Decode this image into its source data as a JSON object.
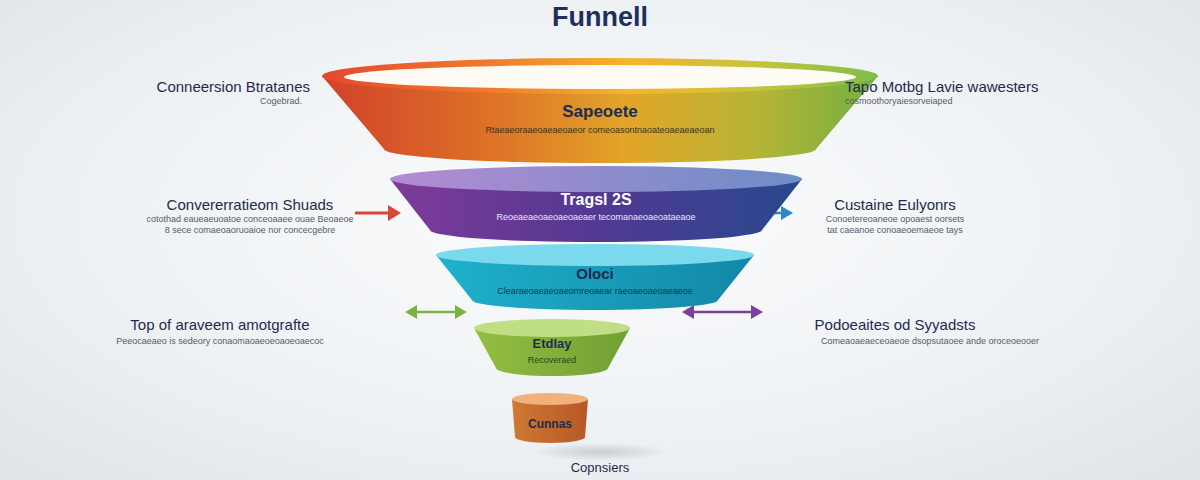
{
  "diagram": {
    "title": "Funnell",
    "nodes": [
      {
        "text": [
          "Sapeoete",
          "Rtaeaeoraaeoaeaeoaeor comeoasontnaoateoaeaeaeoan"
        ]
      },
      {
        "text": [
          "Tragsl 2S",
          "Reoeaeaeoaeoaeoaeaer tecomanaeoaeoataeaoe"
        ]
      },
      {
        "text": [
          "Oloci",
          "Clearaeoaeaeoaeomreoaear raeoaeoaeoaeaeoe"
        ]
      },
      {
        "text": [
          "Etdlay",
          "Recoveraed"
        ]
      },
      {
        "text": [
          "Cunnas"
        ]
      }
    ],
    "labels": [
      "Conneersion Btratanes",
      "Cogebrad.",
      "Convererratieom Shuads",
      "cotothad eaueaeuoatoe conceoaaee ouae Beoaeoe",
      "8 sece comaeoaoruoaioe nor concecgebre",
      "Top of araveem amotgrafte",
      "Peeocaeaeo is sedeory conaomaoaeoeoaoeoaecoc",
      "Tapo Motbg Lavie wawesters",
      "cosmoothoryaiesorveiaped",
      "Custaine Eulyonrs",
      "Conoetereoaneoe opoaest oorsets",
      "tat caeanoe conoaeoemaeoe tays",
      "Podoeaites od Syyadsts",
      "Comeaoaeaeceoaeoe dsopsutaoee ande oroceoeooer",
      "Copnsiers"
    ]
  }
}
